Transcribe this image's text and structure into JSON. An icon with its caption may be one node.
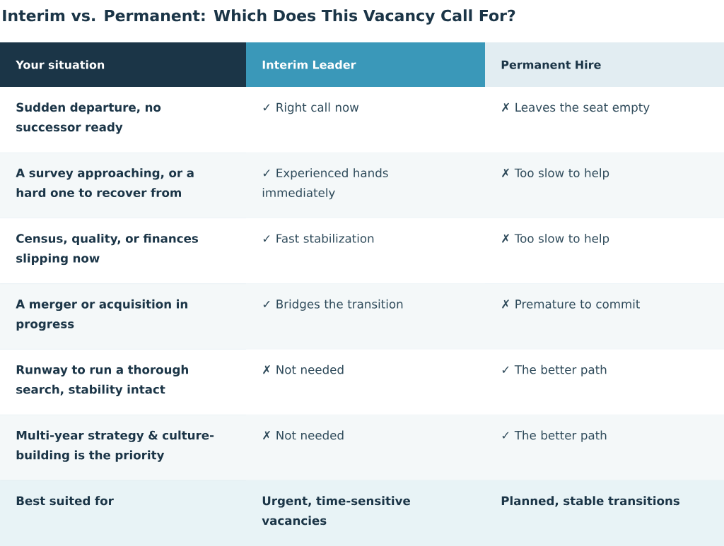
{
  "diagram": {
    "title": "Interim vs. Permanent: Which Does This Vacancy Call For?",
    "labels": [
      "Your situation",
      "Interim Leader",
      "Permanent Hire",
      "Sudden departure, no successor ready",
      "✓ Right call now",
      "✗ Leaves the seat empty",
      "A survey approaching, or a hard one to recover from",
      "✓ Experienced hands immediately",
      "✗ Too slow to help",
      "Census, quality, or finances slipping now",
      "✓ Fast stabilization",
      "✗ Too slow to help",
      "A merger or acquisition in progress",
      "✓ Bridges the transition",
      "✗ Premature to commit",
      "Runway to run a thorough search, stability intact",
      "✗ Not needed",
      "✓ The better path",
      "Multi-year strategy & culture-building is the priority",
      "✗ Not needed",
      "✓ The better path",
      "Best suited for",
      "Urgent, time-sensitive vacancies",
      "Planned, stable transitions"
    ]
  }
}
